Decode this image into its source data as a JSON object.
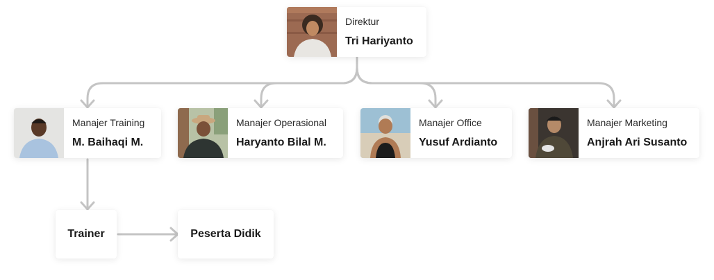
{
  "diagram": {
    "director": {
      "role": "Direktur",
      "name": "Tri Hariyanto",
      "photo_icon": "person-photo"
    },
    "managers": [
      {
        "role": "Manajer Training",
        "name": "M. Baihaqi M.",
        "photo_icon": "person-photo"
      },
      {
        "role": "Manajer Operasional",
        "name": "Haryanto Bilal M.",
        "photo_icon": "person-photo"
      },
      {
        "role": "Manajer Office",
        "name": "Yusuf Ardianto",
        "photo_icon": "person-photo"
      },
      {
        "role": "Manajer Marketing",
        "name": "Anjrah Ari Susanto",
        "photo_icon": "person-photo"
      }
    ],
    "trainer": {
      "label": "Trainer"
    },
    "students": {
      "label": "Peserta Didik"
    }
  },
  "colors": {
    "connector": "#c4c4c4",
    "card_background": "#ffffff",
    "text": "#1a1a1a"
  }
}
